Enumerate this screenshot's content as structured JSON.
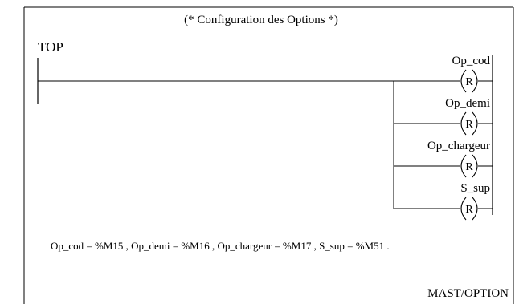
{
  "diagram": {
    "title": "(* Configuration des Options *)",
    "rung_label": "TOP",
    "coils": [
      {
        "variable": "Op_cod",
        "coil_type": "R"
      },
      {
        "variable": "Op_demi",
        "coil_type": "R"
      },
      {
        "variable": "Op_chargeur",
        "coil_type": "R"
      },
      {
        "variable": "S_sup",
        "coil_type": "R"
      }
    ],
    "comment": "Op_cod = %M15 , Op_demi = %M16 , Op_chargeur = %M17 , S_sup = %M51 .",
    "footer": "MAST/OPTION"
  },
  "colors": {
    "line": "#000000",
    "background": "#ffffff"
  }
}
